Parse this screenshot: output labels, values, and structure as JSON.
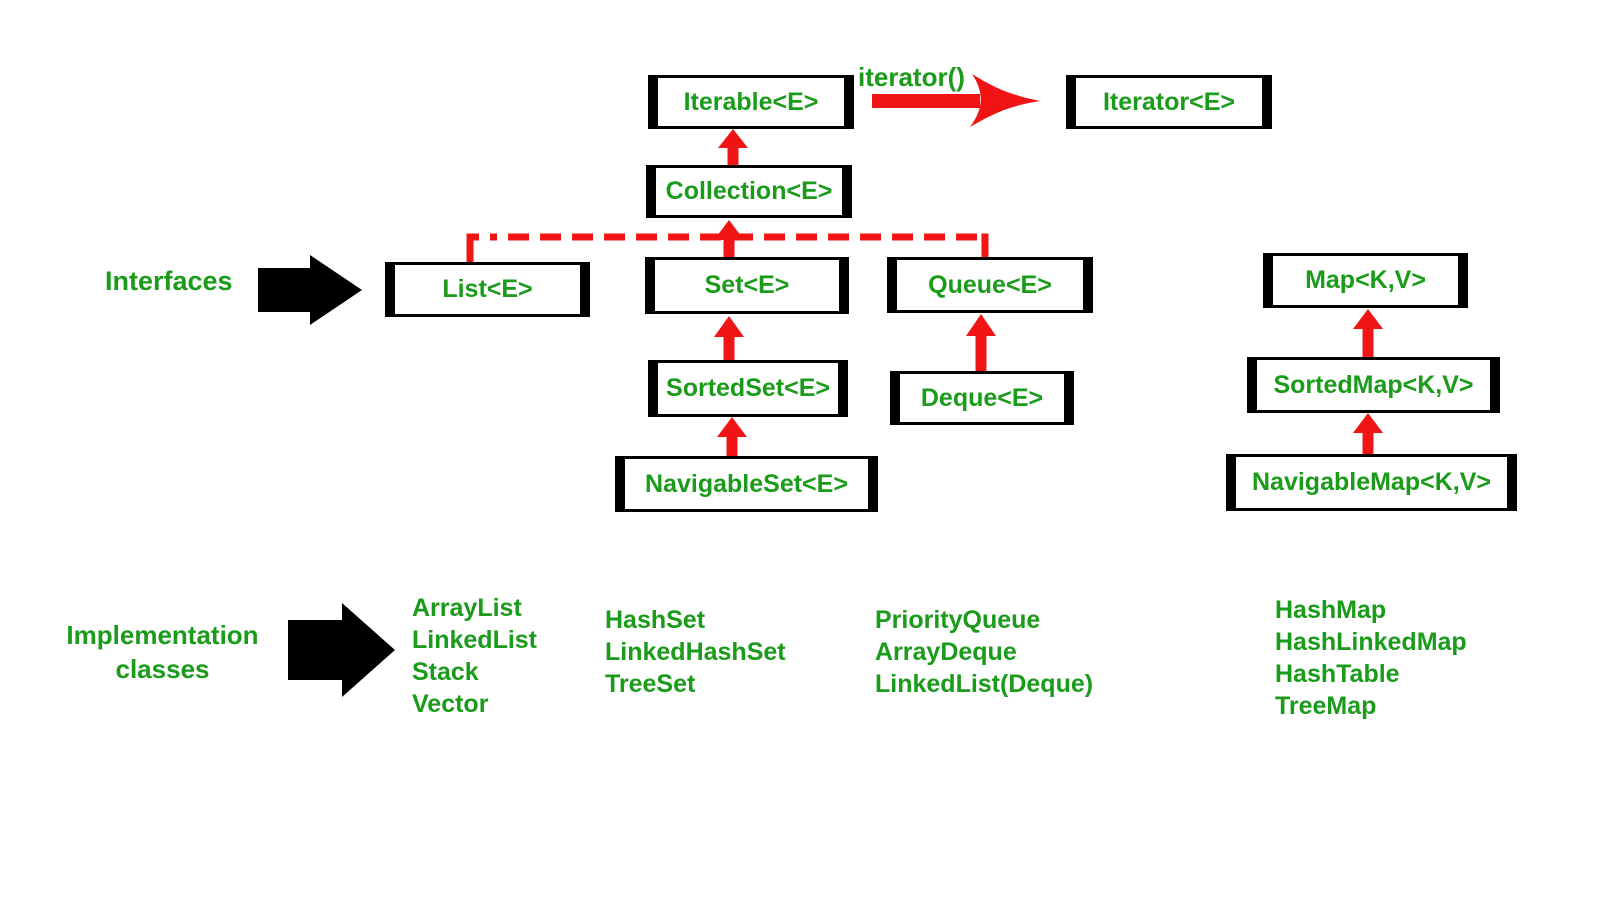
{
  "colors": {
    "background": "#ffffff",
    "text_green": "#1a9b1a",
    "arrow_red": "#f11414",
    "arrow_black": "#000000"
  },
  "labels": {
    "interfaces": "Interfaces",
    "implementation_line1": "Implementation",
    "implementation_line2": "classes",
    "iterator_method": "iterator()"
  },
  "nodes": {
    "iterable": "Iterable<E>",
    "iterator": "Iterator<E>",
    "collection": "Collection<E>",
    "list": "List<E>",
    "set": "Set<E>",
    "queue": "Queue<E>",
    "map": "Map<K,V>",
    "sortedset": "SortedSet<E>",
    "deque": "Deque<E>",
    "sortedmap": "SortedMap<K,V>",
    "navigableset": "NavigableSet<E>",
    "navigablemap": "NavigableMap<K,V>"
  },
  "implementations": {
    "list": [
      "ArrayList",
      "LinkedList",
      "Stack",
      "Vector"
    ],
    "set": [
      "HashSet",
      "LinkedHashSet",
      "TreeSet"
    ],
    "queue": [
      "PriorityQueue",
      "ArrayDeque",
      "LinkedList(Deque)"
    ],
    "map": [
      "HashMap",
      "HashLinkedMap",
      "HashTable",
      "TreeMap"
    ]
  }
}
